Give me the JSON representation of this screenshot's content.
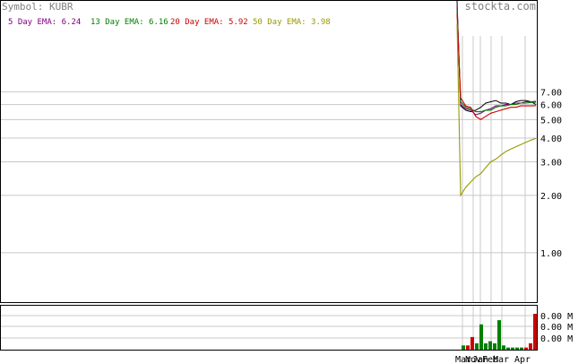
{
  "chart_data": [
    {
      "type": "line",
      "symbol": "Symbol: KUBR",
      "site": "stockta.com",
      "legend": [
        {
          "label": "5 Day EMA:",
          "value": "6.24",
          "color": "#800080"
        },
        {
          "label": "13 Day EMA:",
          "value": "6.16",
          "color": "#008000"
        },
        {
          "label": "20 Day EMA:",
          "value": "5.92",
          "color": "#cc0000"
        },
        {
          "label": "50 Day EMA:",
          "value": "3.98",
          "color": "#999900"
        }
      ],
      "y_scale": "log",
      "y_ticks": [
        "7.00",
        "6.00",
        "5.00",
        "4.00",
        "3.00",
        "2.00",
        "1.00"
      ],
      "y_tick_values": [
        7,
        6,
        5,
        4,
        3,
        2,
        1
      ],
      "ylim": [
        0.55,
        21
      ],
      "x_labels": [
        "Mar",
        "Nov",
        "Jan",
        "Feb",
        "Mar",
        "Apr"
      ],
      "series": [
        {
          "key": "price",
          "color": "#000000",
          "values": [
            21,
            5.9,
            5.6,
            5.5,
            5.6,
            5.8,
            6.1,
            6.2,
            6.3,
            6.1,
            6.1,
            6.0,
            6.2,
            6.3,
            6.3,
            6.2,
            6.0
          ]
        },
        {
          "key": "ema5",
          "color": "#800080",
          "values": [
            20,
            6.0,
            5.7,
            5.6,
            5.3,
            5.4,
            5.6,
            5.7,
            5.9,
            5.9,
            6.0,
            6.0,
            6.1,
            6.1,
            6.2,
            6.2,
            6.24
          ]
        },
        {
          "key": "ema13",
          "color": "#008000",
          "values": [
            19,
            6.2,
            5.8,
            5.7,
            5.5,
            5.5,
            5.6,
            5.6,
            5.8,
            5.9,
            5.9,
            6.0,
            6.0,
            6.1,
            6.1,
            6.15,
            6.16
          ]
        },
        {
          "key": "ema20",
          "color": "#cc0000",
          "values": [
            18,
            6.5,
            5.9,
            5.8,
            5.2,
            5.0,
            5.2,
            5.4,
            5.5,
            5.6,
            5.7,
            5.8,
            5.8,
            5.9,
            5.9,
            5.9,
            5.92
          ]
        },
        {
          "key": "ema50",
          "color": "#999900",
          "values": [
            16,
            2.0,
            2.2,
            2.35,
            2.5,
            2.6,
            2.8,
            3.0,
            3.1,
            3.25,
            3.4,
            3.5,
            3.6,
            3.7,
            3.8,
            3.9,
            3.98
          ]
        }
      ]
    },
    {
      "type": "bar",
      "y_ticks": [
        "0.00 M",
        "0.00 M",
        "0.00 M"
      ],
      "values": [
        0.1,
        0.1,
        0.3,
        0.15,
        0.6,
        0.15,
        0.2,
        0.15,
        0.7,
        0.1,
        0.05,
        0.05,
        0.05,
        0.05,
        0.05,
        0.15,
        0.85
      ],
      "colors": [
        "#008000",
        "#cc0000",
        "#cc0000",
        "#008000",
        "#008000",
        "#008000",
        "#008000",
        "#008000",
        "#008000",
        "#008000",
        "#008000",
        "#008000",
        "#008000",
        "#008000",
        "#cc0000",
        "#cc0000",
        "#cc0000"
      ],
      "ylim": [
        0,
        1
      ]
    }
  ]
}
